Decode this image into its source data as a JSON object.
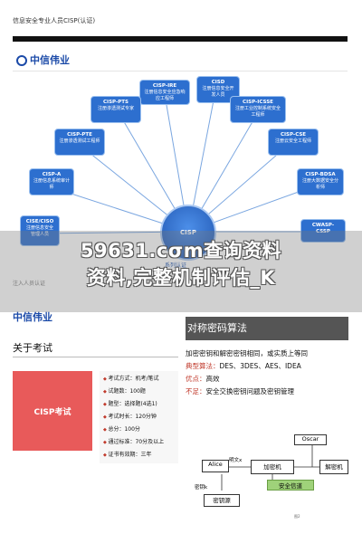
{
  "caption_top": "信息安全专业人员CISP(认证)",
  "slide1": {
    "logo": "中信伟业",
    "right_text": "",
    "hub_label": "CISP",
    "hub_subtitle": "系列认证",
    "nodes": {
      "ire": {
        "title": "CISP-IRE",
        "text": "注册信息安全应急响应工程师"
      },
      "cisd": {
        "title": "CISD",
        "text": "注册信息安全开发人员"
      },
      "pts": {
        "title": "CISP-PTS",
        "text": "注册渗透测试专家"
      },
      "icsse": {
        "title": "CISP-ICSSE",
        "text": "注册工业控制系统安全工程师"
      },
      "pte": {
        "title": "CISP-PTE",
        "text": "注册渗透测试工程师"
      },
      "cse": {
        "title": "CISP-CSE",
        "text": "注册云安全工程师"
      },
      "a": {
        "title": "CISP-A",
        "text": "注册信息系统审计师"
      },
      "bdsa": {
        "title": "CISP-BDSA",
        "text": "注册大数据安全分析师"
      },
      "ciso": {
        "title": "CISE/CISO",
        "text": "注册信息安全管理人员"
      },
      "cwasp": {
        "title": "CWASP-CSSP",
        "text": ""
      }
    }
  },
  "watermark": {
    "line1": "59631.cσm查询资料",
    "line2": "资料,完整机制评估_K"
  },
  "slide2": {
    "caption": "注入人员认证",
    "logo": "中信伟业",
    "heading": "关于考试",
    "box_label": "CISP考试",
    "items": [
      "考试方式：机考/笔试",
      "试题数：100题",
      "题型：选择题(4选1)",
      "考试时长：120分钟",
      "总分：100分",
      "通过标准：70分及以上",
      "证书有效期：三年"
    ]
  },
  "slide3": {
    "heading": "对称密码算法",
    "lines": [
      {
        "label": "",
        "text": "加密密钥和解密密钥相同，或实质上等同"
      },
      {
        "label": "典型算法：",
        "text": "DES、3DES、AES、IDEA"
      },
      {
        "label": "优点：",
        "text": "高效"
      },
      {
        "label": "不足：",
        "text": "安全交换密钥问题及密钥管理"
      }
    ],
    "diagram": {
      "oscar": "Oscar",
      "alice": "Alice",
      "plaintext": "明文x",
      "encrypt": "加密机",
      "decrypt": "解密机",
      "channel": "安全信道",
      "keysource": "密钥源",
      "key": "密钥k",
      "footer": "图2"
    }
  }
}
